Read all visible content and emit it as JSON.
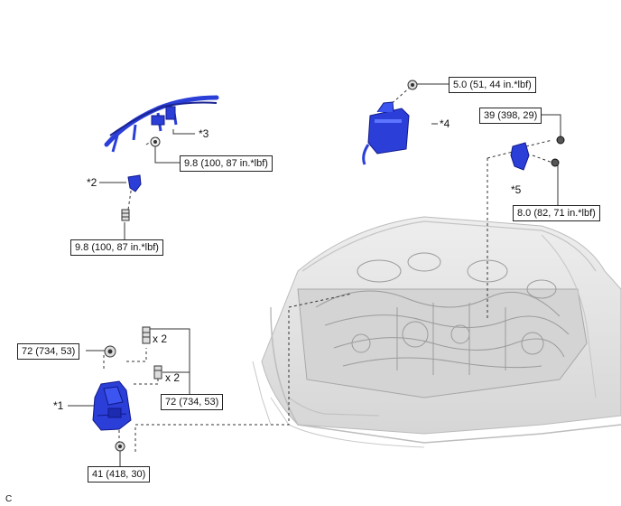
{
  "torque_labels": [
    {
      "id": "t1",
      "text": "5.0 (51, 44 in.*lbf)"
    },
    {
      "id": "t2",
      "text": "39 (398, 29)"
    },
    {
      "id": "t3",
      "text": "9.8 (100, 87 in.*lbf)"
    },
    {
      "id": "t4",
      "text": "9.8 (100, 87 in.*lbf)"
    },
    {
      "id": "t5",
      "text": "8.0 (82, 71 in.*lbf)"
    },
    {
      "id": "t6",
      "text": "72 (734, 53)"
    },
    {
      "id": "t7",
      "text": "72 (734, 53)"
    },
    {
      "id": "t8",
      "text": "41 (418, 30)"
    }
  ],
  "callouts": {
    "c1": "*1",
    "c2": "*2",
    "c3": "*3",
    "c4": "*4",
    "c5": "*5"
  },
  "quantities": {
    "q1": "x 2",
    "q2": "x 2"
  },
  "corner_code": "C",
  "colors": {
    "part_blue": "#2b3fd8",
    "part_dark": "#11188a",
    "line": "#333333",
    "engine": "#c8c8c8"
  }
}
